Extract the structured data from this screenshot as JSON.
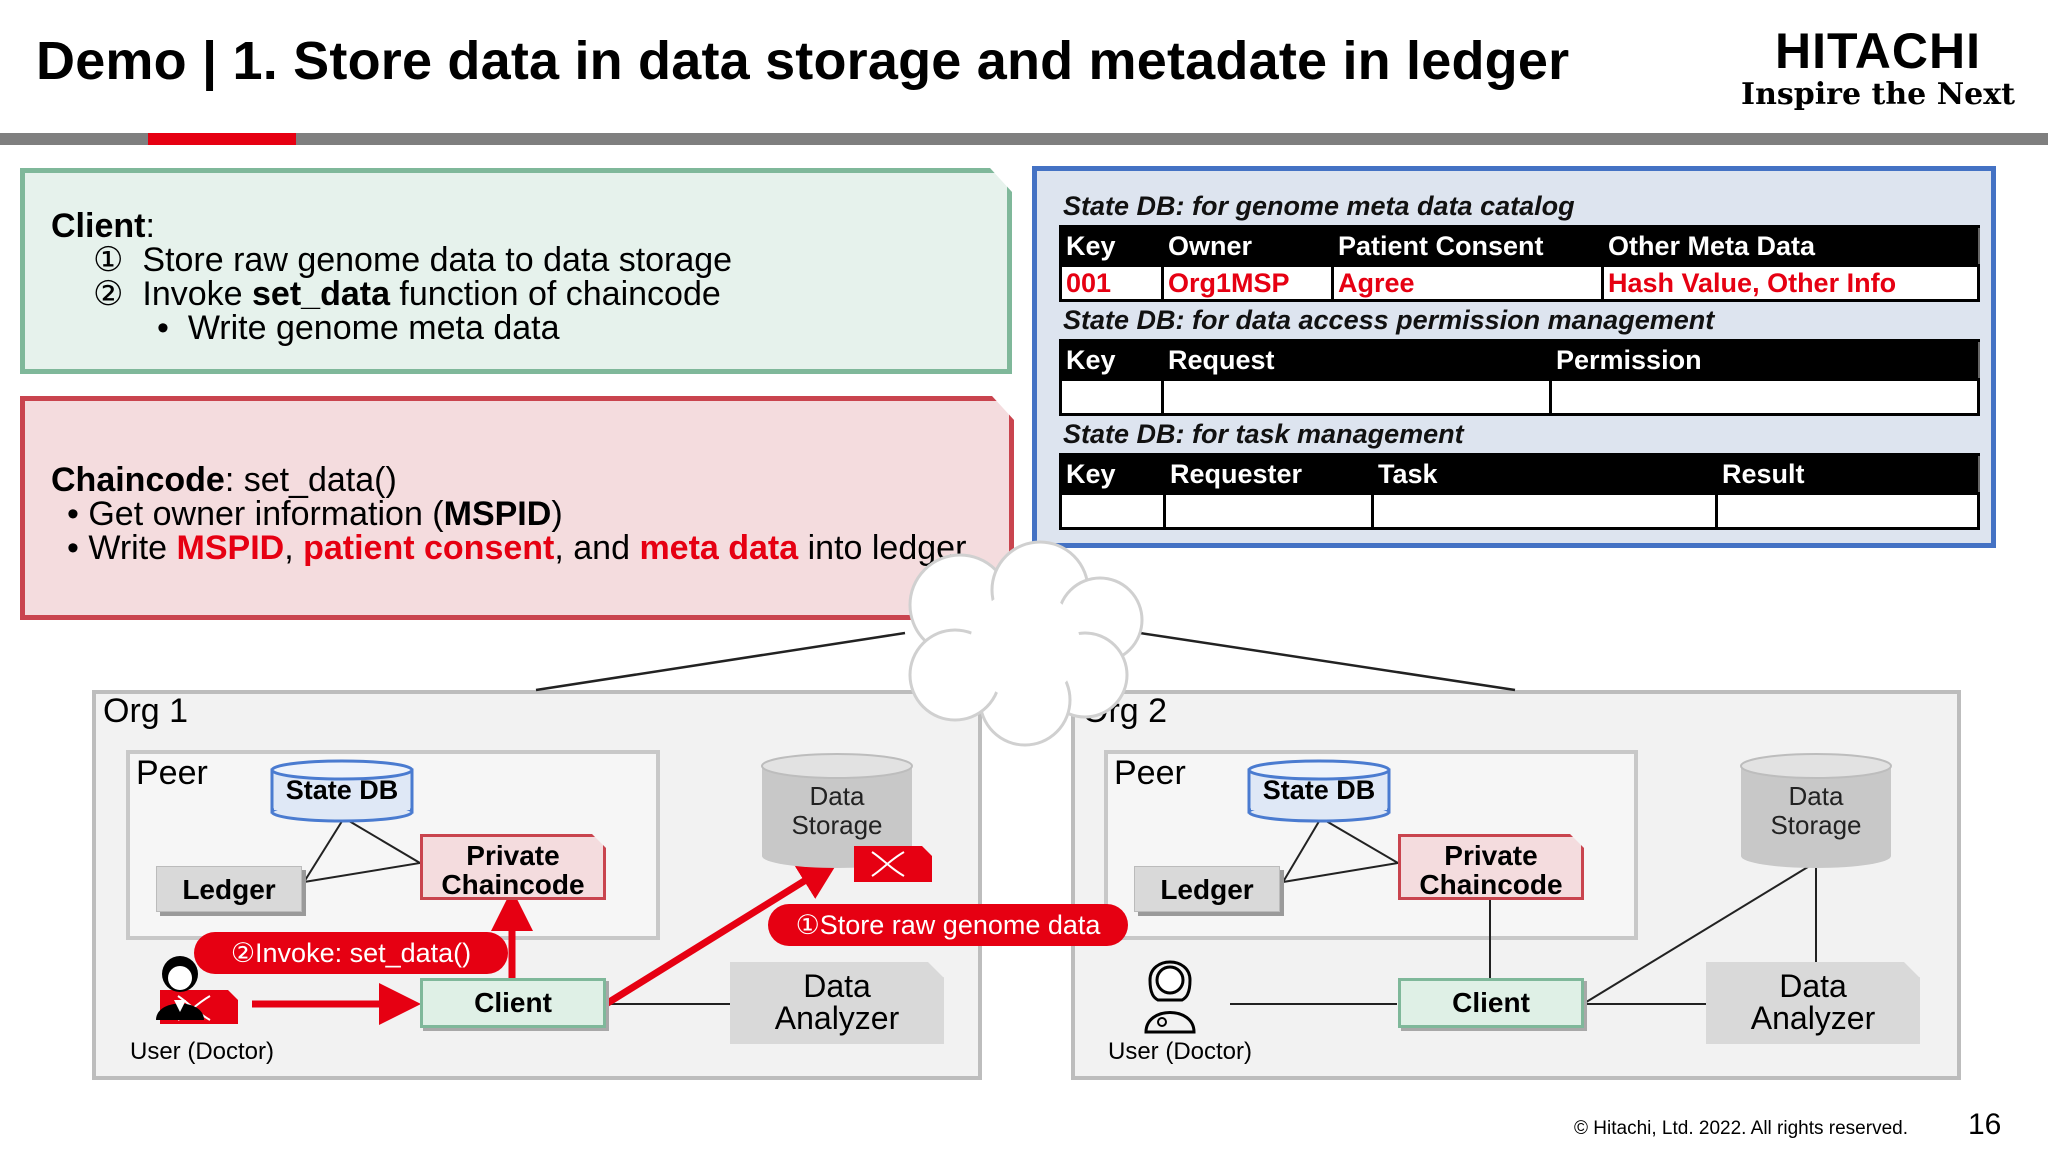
{
  "header": {
    "title": "Demo | 1. Store data in data storage and metadate in ledger",
    "logo_name": "HITACHI",
    "logo_tagline": "Inspire the Next",
    "brand_color": "#e60012"
  },
  "client_note": {
    "title": "Client",
    "colon": ":",
    "step1_num": "①",
    "step1_text": "Store raw genome data to data storage",
    "step2_num": "②",
    "step2_pre": "Invoke ",
    "step2_bold": "set_data",
    "step2_post": " function of chaincode",
    "bullet": "•",
    "sub_item": "Write genome meta data"
  },
  "chaincode_note": {
    "title": "Chaincode",
    "title_rest": ": set_data()",
    "bullet": "•",
    "item1_pre": "Get owner information (",
    "item1_bold": "MSPID",
    "item1_post": ")",
    "item2_pre": "Write ",
    "item2_red1": "MSPID",
    "item2_sep1": ", ",
    "item2_red2": "patient consent",
    "item2_sep2": ", and ",
    "item2_red3": "meta data",
    "item2_post": " into ledger"
  },
  "state_db": {
    "genome": {
      "title": "State DB: for genome meta data catalog",
      "headers": [
        "Key",
        "Owner",
        "Patient Consent",
        "Other Meta Data"
      ],
      "row": [
        "001",
        "Org1MSP",
        "Agree",
        "Hash Value, Other Info"
      ]
    },
    "access": {
      "title": "State DB: for data access permission management",
      "headers": [
        "Key",
        "Request",
        "Permission"
      ]
    },
    "task": {
      "title": "State DB: for task management",
      "headers": [
        "Key",
        "Requester",
        "Task",
        "Result"
      ]
    }
  },
  "orgs": [
    {
      "label": "Org 1",
      "peer_label": "Peer",
      "state_db": "State DB",
      "ledger": "Ledger",
      "private_chaincode_l1": "Private",
      "private_chaincode_l2": "Chaincode",
      "storage_l1": "Data",
      "storage_l2": "Storage",
      "client": "Client",
      "analyzer_l1": "Data",
      "analyzer_l2": "Analyzer",
      "user": "User (Doctor)"
    },
    {
      "label": "Org 2",
      "peer_label": "Peer",
      "state_db": "State DB",
      "ledger": "Ledger",
      "private_chaincode_l1": "Private",
      "private_chaincode_l2": "Chaincode",
      "storage_l1": "Data",
      "storage_l2": "Storage",
      "client": "Client",
      "analyzer_l1": "Data",
      "analyzer_l2": "Analyzer",
      "user": "User (Doctor)"
    }
  ],
  "callouts": {
    "invoke": "②Invoke: set_data()",
    "store": "①Store raw genome data"
  },
  "icons": {
    "user": "doctor-icon",
    "dna": "dna-file-icon",
    "network": "cloud-icon"
  },
  "footer": {
    "copyright": "© Hitachi, Ltd. 2022. All rights reserved.",
    "page": "16"
  }
}
